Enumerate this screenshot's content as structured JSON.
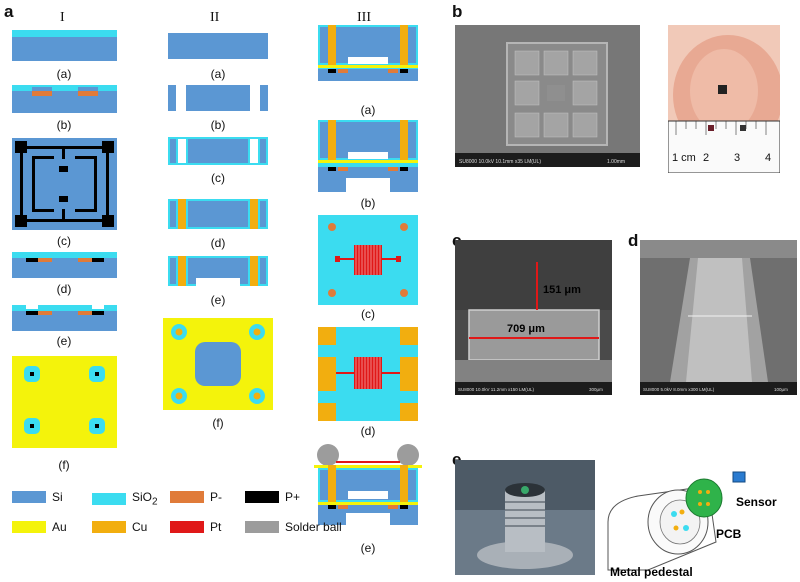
{
  "panel_letters": {
    "a": "a",
    "b": "b",
    "c": "c",
    "d": "d",
    "e": "e"
  },
  "columns": {
    "I": "I",
    "II": "II",
    "III": "III"
  },
  "subcaptions": {
    "a": "(a)",
    "b": "(b)",
    "c": "(c)",
    "d": "(d)",
    "e": "(e)",
    "f": "(f)"
  },
  "legend": {
    "si": "Si",
    "sio2_main": "SiO",
    "sio2_sub": "2",
    "pminus": "P-",
    "pplus": "P+",
    "au": "Au",
    "cu": "Cu",
    "pt": "Pt",
    "solder": "Solder ball"
  },
  "colors": {
    "si": "#5b97d3",
    "sio2": "#3bdcf0",
    "pminus": "#e07b39",
    "pplus": "#000000",
    "au": "#f4f30b",
    "cu": "#f2ae0f",
    "pt": "#e01818",
    "solder": "#9c9c9c"
  },
  "sem_b": {
    "caption": "SU8000 10.0kV 10.1mm x35 LM(UL)",
    "scale": "1.00mm"
  },
  "ruler": {
    "unit": "1 cm",
    "n2": "2",
    "n3": "3",
    "n4": "4"
  },
  "sem_c": {
    "height": "151 μm",
    "width": "709 μm",
    "caption": "SU8000 10.0kV 11.2mm x150 LM(UL)",
    "scale": "300μm"
  },
  "sem_d": {
    "caption": "SU8000 5.0kV 8.0mm x300 LM(UL)",
    "scale": "100μm"
  },
  "panel_e": {
    "sensor": "Sensor",
    "pcb": "PCB",
    "pedestal": "Metal pedestal"
  }
}
